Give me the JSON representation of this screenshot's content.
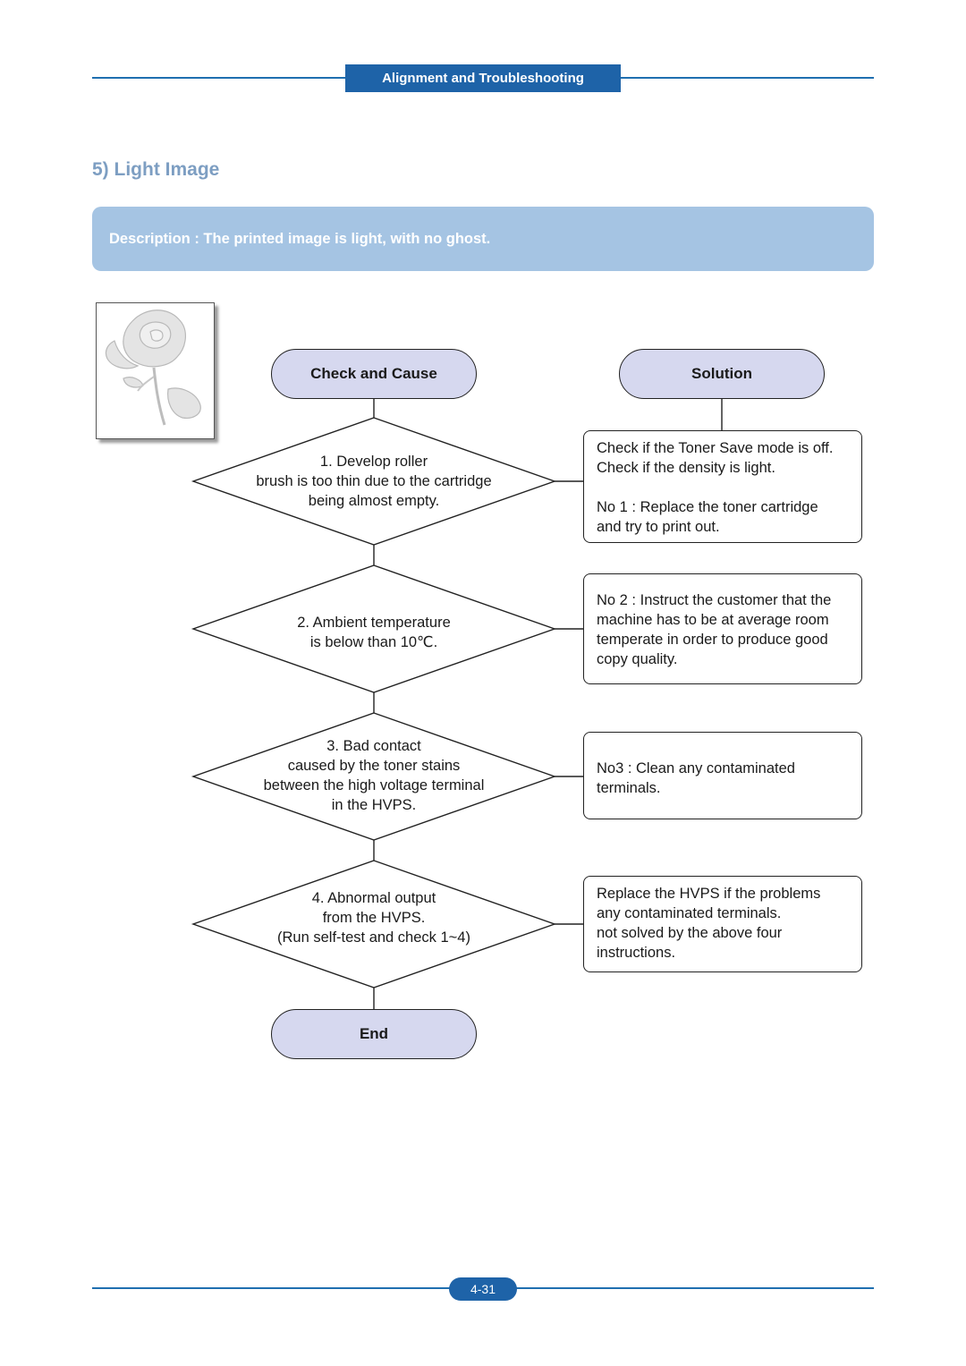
{
  "header": {
    "tab_label": "Alignment and Troubleshooting"
  },
  "section": {
    "title": "5) Light Image"
  },
  "description": {
    "text": "Description :  The printed image is light, with no ghost."
  },
  "flowchart": {
    "check_cause_label": "Check and Cause",
    "solution_label": "Solution",
    "end_label": "End",
    "causes": [
      {
        "lines": [
          "1. Develop roller",
          "brush is too thin due to the cartridge",
          "being almost empty."
        ]
      },
      {
        "lines": [
          "2. Ambient temperature",
          "is below than 10℃."
        ]
      },
      {
        "lines": [
          "3. Bad contact",
          "caused by the toner stains",
          "between the high voltage terminal",
          "in the HVPS."
        ]
      },
      {
        "lines": [
          "4. Abnormal output",
          "from the HVPS.",
          "(Run self-test and check 1~4)"
        ]
      }
    ],
    "solutions": [
      {
        "lines": [
          "Check if the Toner Save mode is off.",
          "Check if the density is light.",
          "",
          "No 1 : Replace the toner cartridge",
          "and try to print out."
        ]
      },
      {
        "lines": [
          "No 2 : Instruct the customer that the",
          "machine has to be at average room",
          "temperate in order to produce good",
          "copy quality."
        ]
      },
      {
        "lines": [
          "No3 : Clean any contaminated",
          "terminals."
        ]
      },
      {
        "lines": [
          "Replace the HVPS if the problems",
          "any contaminated terminals.",
          "not solved by the above four",
          "instructions."
        ]
      }
    ]
  },
  "footer": {
    "page_number": "4-31"
  }
}
